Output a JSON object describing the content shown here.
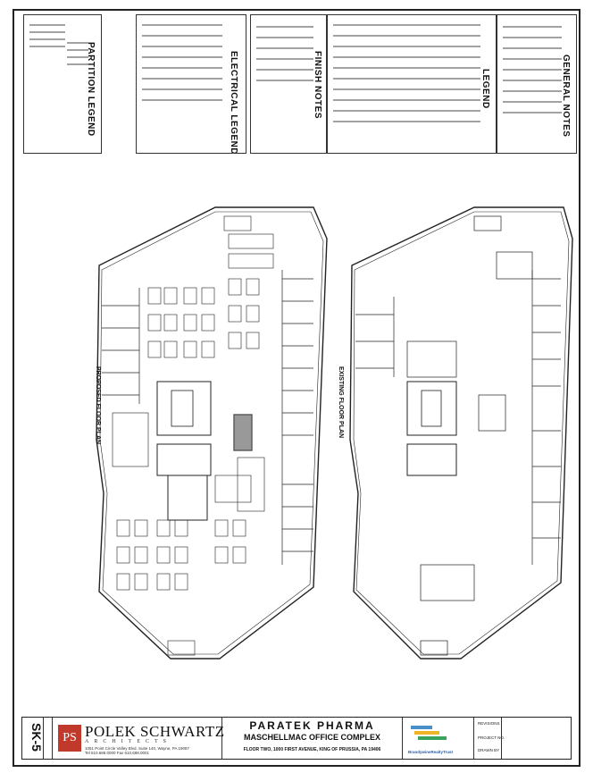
{
  "legends": {
    "general_notes": "GENERAL NOTES",
    "legend": "LEGEND",
    "finish_notes": "FINISH NOTES",
    "electrical_legend": "ELECTRICAL LEGEND",
    "partition_legend": "PARTITION LEGEND"
  },
  "plans": {
    "proposed": "PROPOSED FLOOR PLAN",
    "existing": "EXISTING FLOOR PLAN"
  },
  "title_block": {
    "sheet_number": "SK-5",
    "firm_name": "POLEK SCHWARTZ",
    "firm_tagline": "ARCHITECTS",
    "firm_logo_text": "PS",
    "firm_address_1": "1051 Point Circle Valley Blvd. Suite 140, Wayne, PA 19087",
    "firm_address_2": "Tel 610.688.0000 Fax 610.688.0001",
    "project_client": "PARATEK PHARMA",
    "project_name": "MASCHELLMAC OFFICE COMPLEX",
    "project_address": "FLOOR TWO, 1000 FIRST AVENUE, KING OF PRUSSIA, PA 19406",
    "builder": "BrandywineRealtyTrust",
    "revisions_label": "REVISIONS",
    "project_label": "PROJECT NO.",
    "drawn_label": "DRAWN BY"
  }
}
